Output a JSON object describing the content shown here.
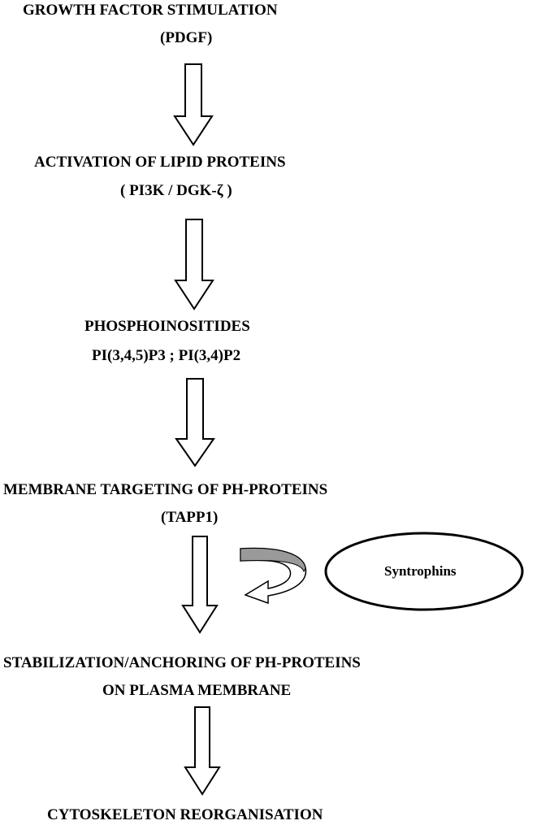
{
  "steps": [
    {
      "title": "GROWTH FACTOR STIMULATION",
      "subtitle": "(PDGF)"
    },
    {
      "title": "ACTIVATION OF LIPID PROTEINS",
      "subtitle": "( PI3K / DGK-ζ )"
    },
    {
      "title": "PHOSPHOINOSITIDES",
      "subtitle": "PI(3,4,5)P3 ; PI(3,4)P2"
    },
    {
      "title": "MEMBRANE TARGETING OF PH-PROTEINS",
      "subtitle": "(TAPP1)"
    },
    {
      "title": "STABILIZATION/ANCHORING OF PH-PROTEINS",
      "subtitle": "ON PLASMA MEMBRANE"
    },
    {
      "title": "CYTOSKELETON REORGANISATION",
      "subtitle": ""
    }
  ],
  "side_node": {
    "label": "Syntrophins"
  }
}
